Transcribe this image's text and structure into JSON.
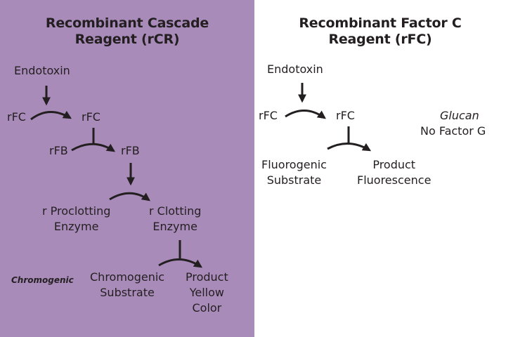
{
  "colors": {
    "left_panel_bg": "#a98bba",
    "right_panel_bg": "#ffffff",
    "ink": "#231f20"
  },
  "left": {
    "title_line1": "Recombinant Cascade",
    "title_line2": "Reagent (rCR)",
    "endotoxin": "Endotoxin",
    "rfc_in": "rFC",
    "rfc_out": "rFC",
    "rfb_in": "rFB",
    "rfb_out": "rFB",
    "proclotting_line1": "r Proclotting",
    "proclotting_line2": "Enzyme",
    "clotting_line1": "r Clotting",
    "clotting_line2": "Enzyme",
    "chromogenic_label": "Chromogenic",
    "substrate_line1": "Chromogenic",
    "substrate_line2": "Substrate",
    "product_line1": "Product",
    "product_line2": "Yellow",
    "product_line3": "Color"
  },
  "right": {
    "title_line1": "Recombinant Factor C",
    "title_line2": "Reagent (rFC)",
    "endotoxin": "Endotoxin",
    "rfc_in": "rFC",
    "rfc_out": "rFC",
    "substrate_line1": "Fluorogenic",
    "substrate_line2": "Substrate",
    "product_line1": "Product",
    "product_line2": "Fluorescence",
    "glucan": "Glucan",
    "no_factor_g": "No Factor G"
  }
}
